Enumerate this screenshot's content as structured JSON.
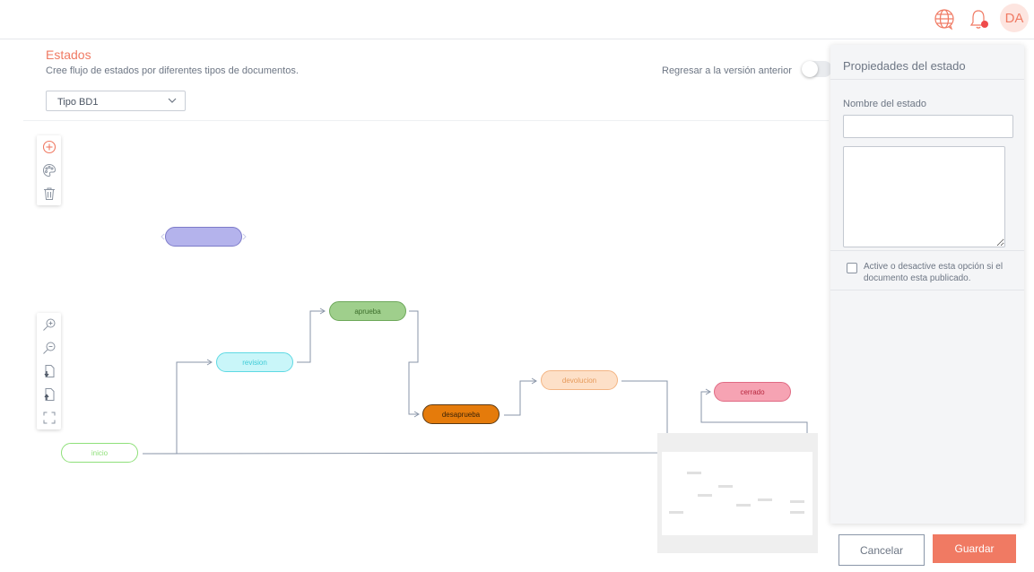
{
  "header": {
    "avatar_initials": "DA",
    "icons": [
      "globe-icon",
      "bell-icon"
    ]
  },
  "page": {
    "title": "Estados",
    "subtitle": "Cree flujo de estados por diferentes tipos de documentos.",
    "revert_label": "Regresar a la versión anterior",
    "revert_toggle_on": false,
    "doc_type_selected": "Tipo BD1"
  },
  "tools": {
    "edit": [
      "add-circle-icon",
      "palette-icon",
      "trash-icon"
    ],
    "view": [
      "zoom-in-icon",
      "zoom-out-icon",
      "download-icon",
      "upload-icon",
      "fullscreen-icon"
    ]
  },
  "diagram": {
    "nodes": [
      {
        "id": "blank",
        "label": "",
        "fill": "#b4b3ec",
        "border": "#7d7bc9",
        "text": "#7d7bc9"
      },
      {
        "id": "inicio",
        "label": "inicio",
        "fill": "#ffffff",
        "border": "#8fe07a",
        "text": "#8fe07a"
      },
      {
        "id": "revision",
        "label": "revision",
        "fill": "#c9f6f9",
        "border": "#5fd9e3",
        "text": "#3ecbd6"
      },
      {
        "id": "aprueba",
        "label": "aprueba",
        "fill": "#9fcf8c",
        "border": "#6da85a",
        "text": "#3d6e2c"
      },
      {
        "id": "desaprueba",
        "label": "desaprueba",
        "fill": "#e57b0b",
        "border": "#5b3a14",
        "text": "#3b2308"
      },
      {
        "id": "devolucion",
        "label": "devolucion",
        "fill": "#fde0c8",
        "border": "#f3b584",
        "text": "#e69a5a"
      },
      {
        "id": "cerrado",
        "label": "cerrado",
        "fill": "#f6a3b3",
        "border": "#e06b84",
        "text": "#b8283f"
      }
    ]
  },
  "panel": {
    "title": "Propiedades del estado",
    "name_label": "Nombre del estado",
    "name_value": "",
    "description_value": "",
    "published_checked": false,
    "published_text": "Active o desactive esta opción si el documento esta publicado."
  },
  "actions": {
    "cancel_label": "Cancelar",
    "save_label": "Guardar"
  },
  "colors": {
    "accent": "#f07a63",
    "alert_dot": "#ef4b4b"
  }
}
